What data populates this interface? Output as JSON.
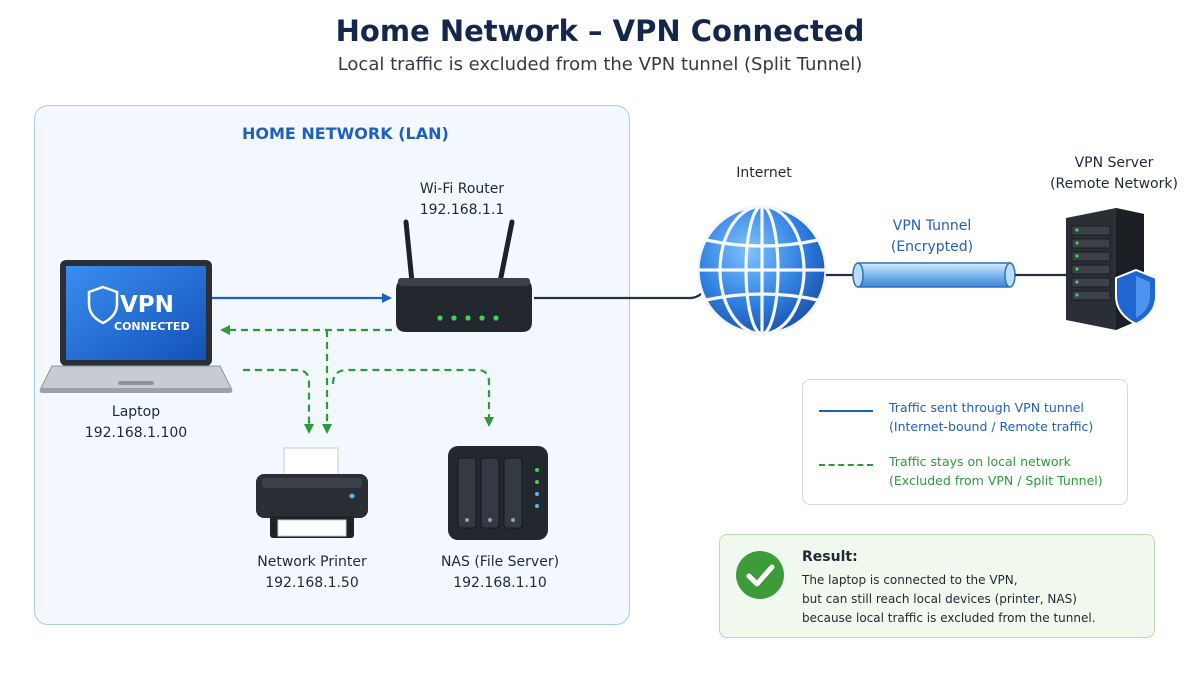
{
  "header": {
    "title": "Home Network – VPN Connected",
    "subtitle": "Local traffic is excluded from the VPN tunnel (Split Tunnel)"
  },
  "lan": {
    "title": "HOME NETWORK (LAN)"
  },
  "devices": {
    "router": {
      "name": "Wi-Fi Router",
      "ip": "192.168.1.1"
    },
    "laptop": {
      "name": "Laptop",
      "ip": "192.168.1.100",
      "screen_title": "VPN",
      "screen_status": "CONNECTED"
    },
    "printer": {
      "name": "Network Printer",
      "ip": "192.168.1.50"
    },
    "nas": {
      "name": "NAS (File Server)",
      "ip": "192.168.1.10"
    },
    "internet": {
      "name": "Internet"
    },
    "vpn_server": {
      "name": "VPN Server",
      "sub": "(Remote Network)"
    }
  },
  "tunnel": {
    "label": "VPN Tunnel",
    "sub": "(Encrypted)"
  },
  "legend": {
    "vpn_line": {
      "line1": "Traffic sent through VPN tunnel",
      "line2": "(Internet-bound / Remote traffic)"
    },
    "local_line": {
      "line1": "Traffic stays on local network",
      "line2": "(Excluded from VPN / Split Tunnel)"
    }
  },
  "result": {
    "title": "Result:",
    "line1": "The laptop is connected to the VPN,",
    "line2": "but can still reach local devices (printer, NAS)",
    "line3": "because local traffic is excluded from the tunnel."
  },
  "colors": {
    "vpn_blue": "#1f5fbf",
    "local_green": "#2e9a3c",
    "lan_fill": "#f2f8fd",
    "result_fill": "#f1f8ee",
    "check_green": "#3e9b3a"
  },
  "icons": [
    "laptop-icon",
    "shield-icon",
    "router-icon",
    "printer-icon",
    "nas-icon",
    "globe-icon",
    "server-icon",
    "checkmark-icon"
  ]
}
